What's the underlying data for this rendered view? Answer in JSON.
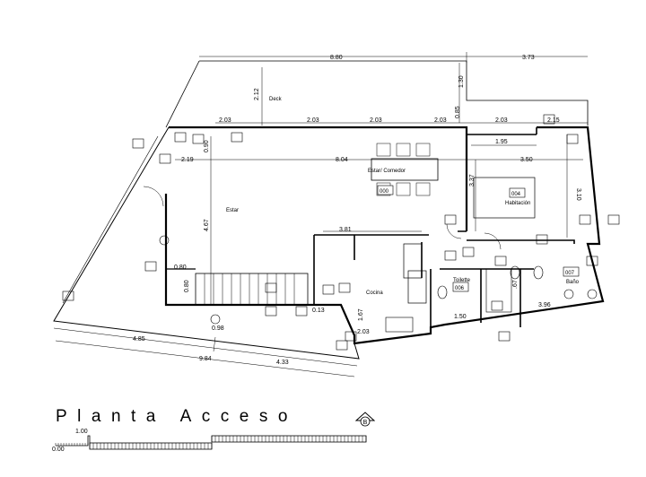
{
  "title": "Planta Acceso",
  "title_mark": "B",
  "scale": {
    "top_label": "1.00",
    "bottom_label": "0.00"
  },
  "rooms": {
    "deck": "Deck",
    "estar": "Estar",
    "estar_comedor": "Estar/ Comedor",
    "estar_comedor_code": "000",
    "habitacion": "Habitación",
    "habitacion_code": "004",
    "cocina": "Cocina",
    "toilette": "Toilette",
    "toilette_code": "006",
    "bano": "Baño",
    "bano_code": "007"
  },
  "dimensions": {
    "top_total": "8.80",
    "top_right": "3.73",
    "deck_depth": "2.12",
    "deck_step": "1.30",
    "seg_a": "2.03",
    "seg_b": "2.03",
    "seg_c": "2.03",
    "seg_d": "2.03",
    "seg_e": "2.03",
    "seg_f": "2.15",
    "small_085": "0.85",
    "left_090": "0.90",
    "row_left": "2.19",
    "row_mid": "8.04",
    "row_right": "3.50",
    "hab_width": "1.95",
    "hab_depth": "3.37",
    "right_depth": "3.10",
    "estar_depth": "4.67",
    "stair_a": "0.80",
    "stair_b": "0.80",
    "cocina_width": "3.81",
    "cocina_depth": "1.67",
    "cocina_counter": "2.03",
    "toilette_w": "1.50",
    "bano_w": "3.96",
    "bano_small": ".67",
    "level": "0.13",
    "bottom_left": "4.85",
    "bottom_total": "9.84",
    "bottom_right": "4.33",
    "marker": "0.98"
  }
}
